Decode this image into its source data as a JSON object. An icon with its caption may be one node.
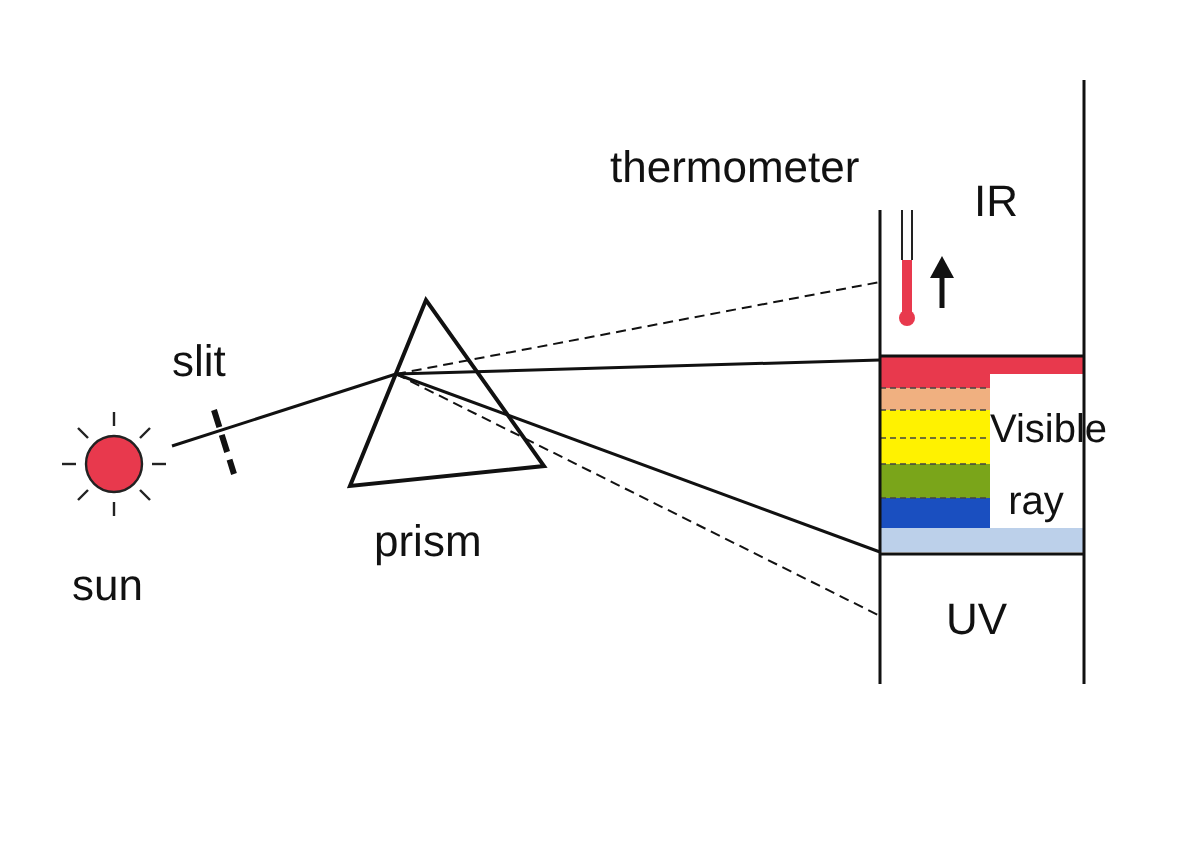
{
  "diagram": {
    "labels": [
      "thermometer",
      "IR",
      "slit",
      "Visible ray",
      "prism",
      "sun",
      "UV"
    ]
  }
}
